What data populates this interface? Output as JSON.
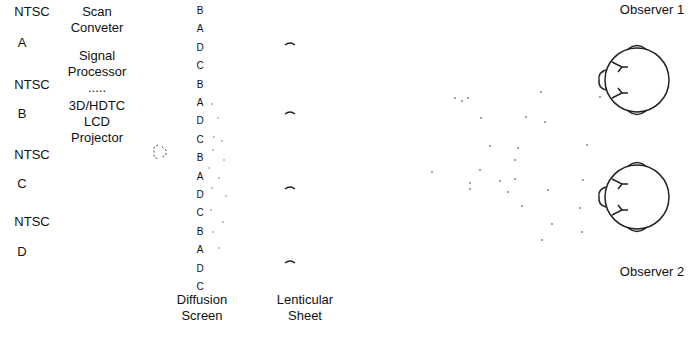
{
  "diagram": {
    "labels": [
      "NTSC",
      "A",
      "NTSC",
      "B",
      "NTSC",
      "C",
      "NTSC",
      "D",
      "Scan Conveter",
      "Signal Processor",
      ".....",
      "3D/HDTC LCD Projector",
      "B",
      "A",
      "D",
      "C",
      "B",
      "A",
      "D",
      "C",
      "B",
      "A",
      "D",
      "C",
      "B",
      "A",
      "D",
      "C",
      "Diffusion Screen",
      "Lenticular Sheet",
      "Observer 1",
      "Observer 2"
    ]
  }
}
